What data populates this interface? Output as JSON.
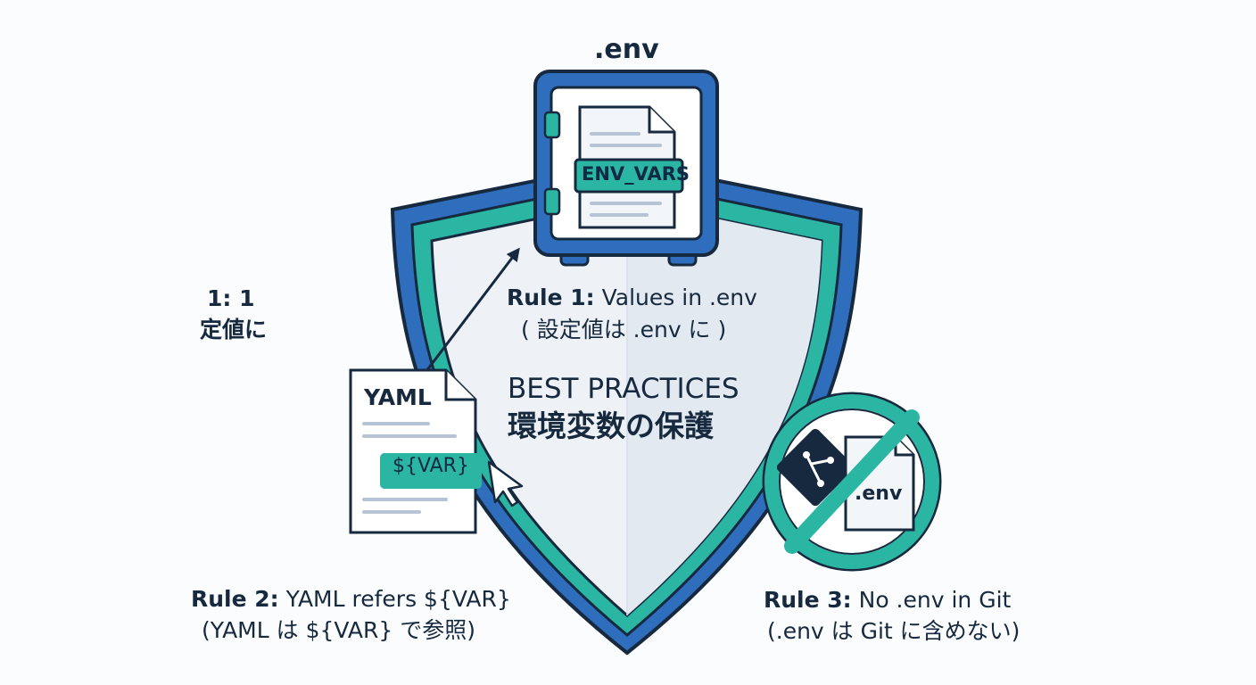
{
  "safe": {
    "title": ".env",
    "tag": "ENV_VARS"
  },
  "center": {
    "title_en": "BEST PRACTICES",
    "title_ja": "環境変数の保護"
  },
  "rule1": {
    "label": "Rule 1:",
    "text": " Values in .env",
    "text_ja": "( 設定値は .env に )"
  },
  "side_note": {
    "line1": "1: 1",
    "line2": "定値に"
  },
  "yaml_doc": {
    "title": "YAML",
    "tag": "${VAR}"
  },
  "rule2": {
    "label": "Rule 2:",
    "text": " YAML refers ${VAR}",
    "text_ja": "(YAML は ${VAR} で参照)"
  },
  "git_block": {
    "env_label": ".env"
  },
  "rule3": {
    "label": "Rule 3:",
    "text": " No .env in Git",
    "text_ja": "(.env は Git に含めない)"
  },
  "colors": {
    "teal": "#2bb5a3",
    "blue": "#2f6dbd",
    "navy": "#16293f",
    "paper": "#f7f9fb"
  },
  "icons": [
    "shield-icon",
    "safe-icon",
    "document-icon",
    "cursor-icon",
    "git-icon",
    "prohibited-icon",
    "arrow-icon"
  ]
}
